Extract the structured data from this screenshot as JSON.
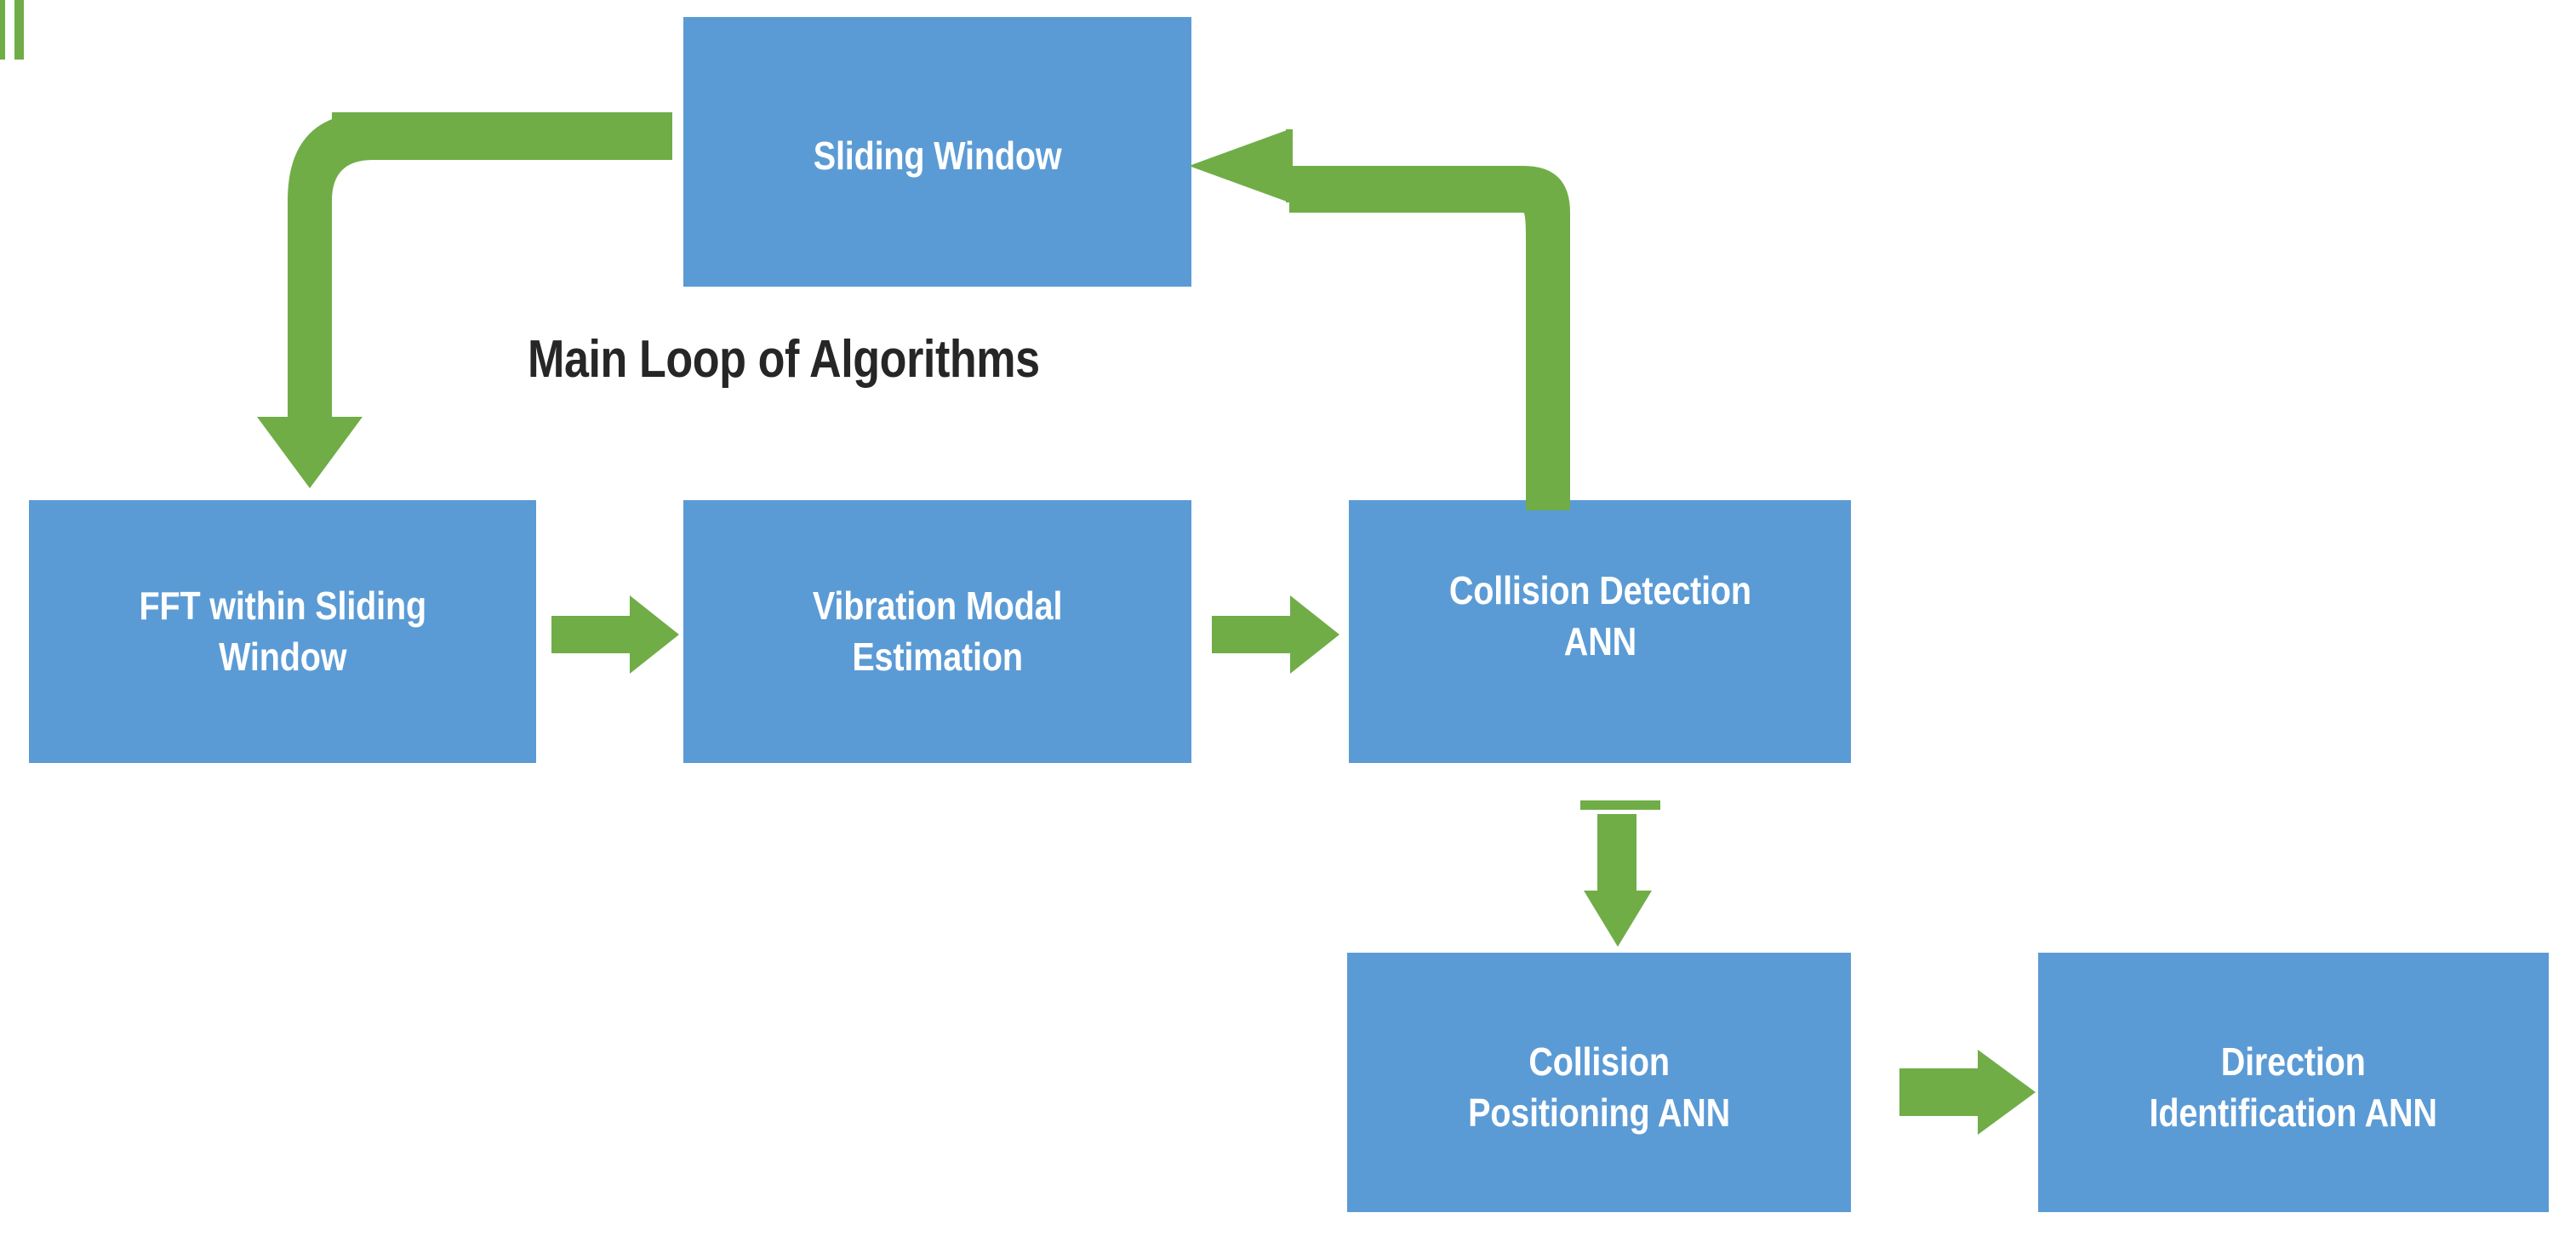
{
  "diagram": {
    "caption": "Main Loop of Algorithms",
    "colors": {
      "box_fill": "#5B9BD5",
      "arrow": "#70AD47",
      "box_text": "#FFFFFF",
      "caption_text": "#262626",
      "background": "#FFFFFF"
    },
    "nodes": [
      {
        "id": "sliding-window",
        "label": "Sliding Window"
      },
      {
        "id": "fft",
        "label": "FFT within Sliding\nWindow"
      },
      {
        "id": "vibration",
        "label": "Vibration Modal\nEstimation"
      },
      {
        "id": "collision-detection",
        "label": "Collision Detection\nANN"
      },
      {
        "id": "collision-positioning",
        "label": "Collision\nPositioning ANN"
      },
      {
        "id": "direction",
        "label": "Direction\nIdentification ANN"
      }
    ],
    "edges": [
      {
        "id": "loop-left",
        "from": "sliding-window",
        "to": "fft",
        "shape": "elbow-down-left",
        "icon": "arrow-down-icon"
      },
      {
        "id": "fft-vib",
        "from": "fft",
        "to": "vibration",
        "shape": "straight-right",
        "icon": "arrow-right-icon"
      },
      {
        "id": "vib-det",
        "from": "vibration",
        "to": "collision-detection",
        "shape": "straight-right",
        "icon": "arrow-right-icon"
      },
      {
        "id": "loop-right",
        "from": "collision-detection",
        "to": "sliding-window",
        "shape": "elbow-up-left",
        "icon": "arrow-left-icon"
      },
      {
        "id": "det-pos",
        "from": "collision-detection",
        "to": "collision-positioning",
        "shape": "straight-down",
        "icon": "arrow-down-icon"
      },
      {
        "id": "pos-dir",
        "from": "collision-positioning",
        "to": "direction",
        "shape": "straight-right",
        "icon": "arrow-right-icon"
      }
    ]
  }
}
